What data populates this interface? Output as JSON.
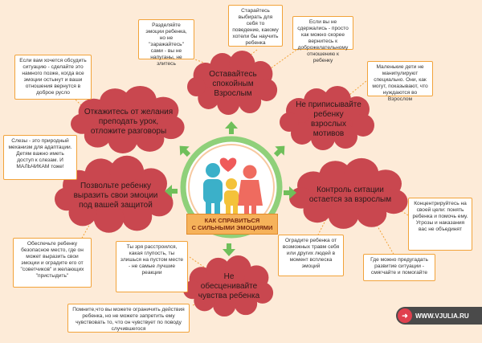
{
  "center": {
    "label": "КАК СПРАВИТЬСЯ\nС СИЛЬНЫМИ ЭМОЦИЯМИ"
  },
  "topics": [
    {
      "id": "calm",
      "label": "Оставайтесь спокойным Взрослым"
    },
    {
      "id": "motives",
      "label": "Не приписывайте ребенку взрослых мотивов"
    },
    {
      "id": "control",
      "label": "Контроль ситации остается за взрослым"
    },
    {
      "id": "devalue",
      "label": "Не обесценивайте чувства ребенка"
    },
    {
      "id": "express",
      "label": "Позвольте ребенку выразить свои эмоции под вашей защитой"
    },
    {
      "id": "lesson",
      "label": "Откажитесь от желания преподать урок, отложите разговоры"
    }
  ],
  "notes": [
    {
      "id": "n1",
      "text": "Разделяйте эмоции ребенка, но не \"заражайтесь\" сами - вы не напуганы, не злитесь"
    },
    {
      "id": "n2",
      "text": "Старайтесь выбирать для себя то поведение, какому хотели бы научить ребенка"
    },
    {
      "id": "n3",
      "text": "Если вы не сдержались - просто как можно скорее вернитесь к доброжелательному отношению к ребенку"
    },
    {
      "id": "n4",
      "text": "Маленькие дети не манипулируют специально. Они, как могут, показывают, что нуждаются во Взрослом"
    },
    {
      "id": "n5",
      "text": "Концентрируйтесь на своей цели: понять ребенка и помочь ему. Угрозы и наказания вас не объединят"
    },
    {
      "id": "n6",
      "text": "Где можно предугадать развитие ситуации - смягчайте и помогайте"
    },
    {
      "id": "n7",
      "text": "Оградите ребенка от возможных травм себя или других людей в момент всплеска эмоций"
    },
    {
      "id": "n8",
      "text": "Ты зря расстроился, какая глупость, ты злишься на пустом месте - не самые лучшие реакции"
    },
    {
      "id": "n9",
      "text": "Помните,что вы можете ограничить действия ребенка, но не можете запретить ему чувствовать то, что он чувствует по поводу случившегося"
    },
    {
      "id": "n10",
      "text": "Обеспечьте ребенку безопасное место, где он может выразить свои эмоции и оградите его от \"советчиков\" и желающих \"пристыдить\""
    },
    {
      "id": "n11",
      "text": "Слезы - это природный механизм для адаптации. Детям важно иметь доступ к слезам. И МАЛЬЧИКАМ тоже!"
    },
    {
      "id": "n12",
      "text": "Если вам хочется обсудить ситуацию - сделайте это намного позже, когда все эмоции остынут и ваши отношения вернутся в доброе русло"
    }
  ],
  "site": {
    "label": "WWW.VJULIA.RU"
  },
  "colors": {
    "cloud": "#c9474f",
    "note_border": "#f2a33a",
    "arrow": "#6fbf5a",
    "background": "#fdebd8"
  }
}
